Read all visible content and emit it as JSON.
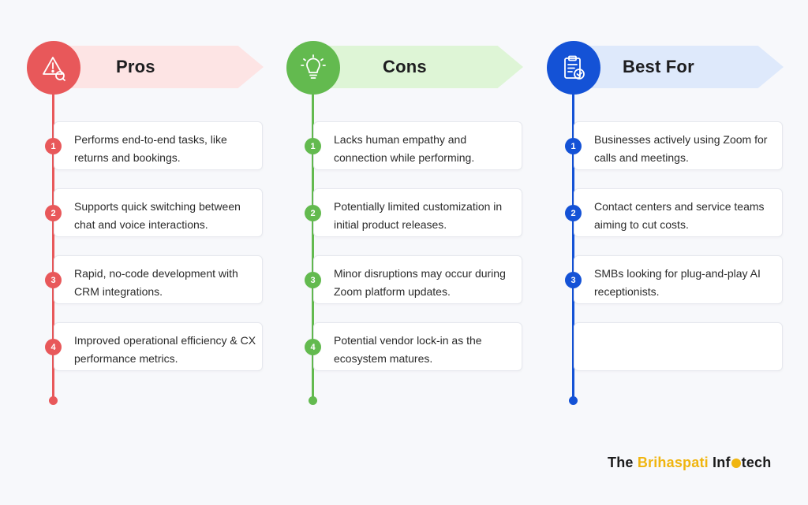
{
  "columns": [
    {
      "title": "Pros",
      "icon": "alert-shield-icon",
      "color": "#e8585a",
      "items": [
        {
          "num": "1",
          "text": "Performs end-to-end tasks, like returns and bookings."
        },
        {
          "num": "2",
          "text": "Supports quick switching between chat and voice interactions."
        },
        {
          "num": "3",
          "text": "Rapid, no-code development with CRM integrations."
        },
        {
          "num": "4",
          "text": "Improved operational efficiency & CX performance metrics."
        }
      ]
    },
    {
      "title": "Cons",
      "icon": "lightbulb-icon",
      "color": "#63ba4f",
      "items": [
        {
          "num": "1",
          "text": "Lacks human empathy and connection while performing."
        },
        {
          "num": "2",
          "text": "Potentially limited customization in initial product releases."
        },
        {
          "num": "3",
          "text": "Minor disruptions may occur during Zoom platform updates."
        },
        {
          "num": "4",
          "text": "Potential vendor lock-in as the ecosystem matures."
        }
      ]
    },
    {
      "title": "Best For",
      "icon": "clipboard-check-icon",
      "color": "#1452d6",
      "items": [
        {
          "num": "1",
          "text": "Businesses actively using Zoom for calls and meetings."
        },
        {
          "num": "2",
          "text": "Contact centers and service teams aiming to cut costs."
        },
        {
          "num": "3",
          "text": "SMBs looking for  plug-and-play AI receptionists."
        },
        {
          "num": "",
          "text": ""
        }
      ]
    }
  ],
  "logo": {
    "part1": "The ",
    "part2": "Brihaspati",
    "part3": " Inf",
    "part4": "tech"
  }
}
